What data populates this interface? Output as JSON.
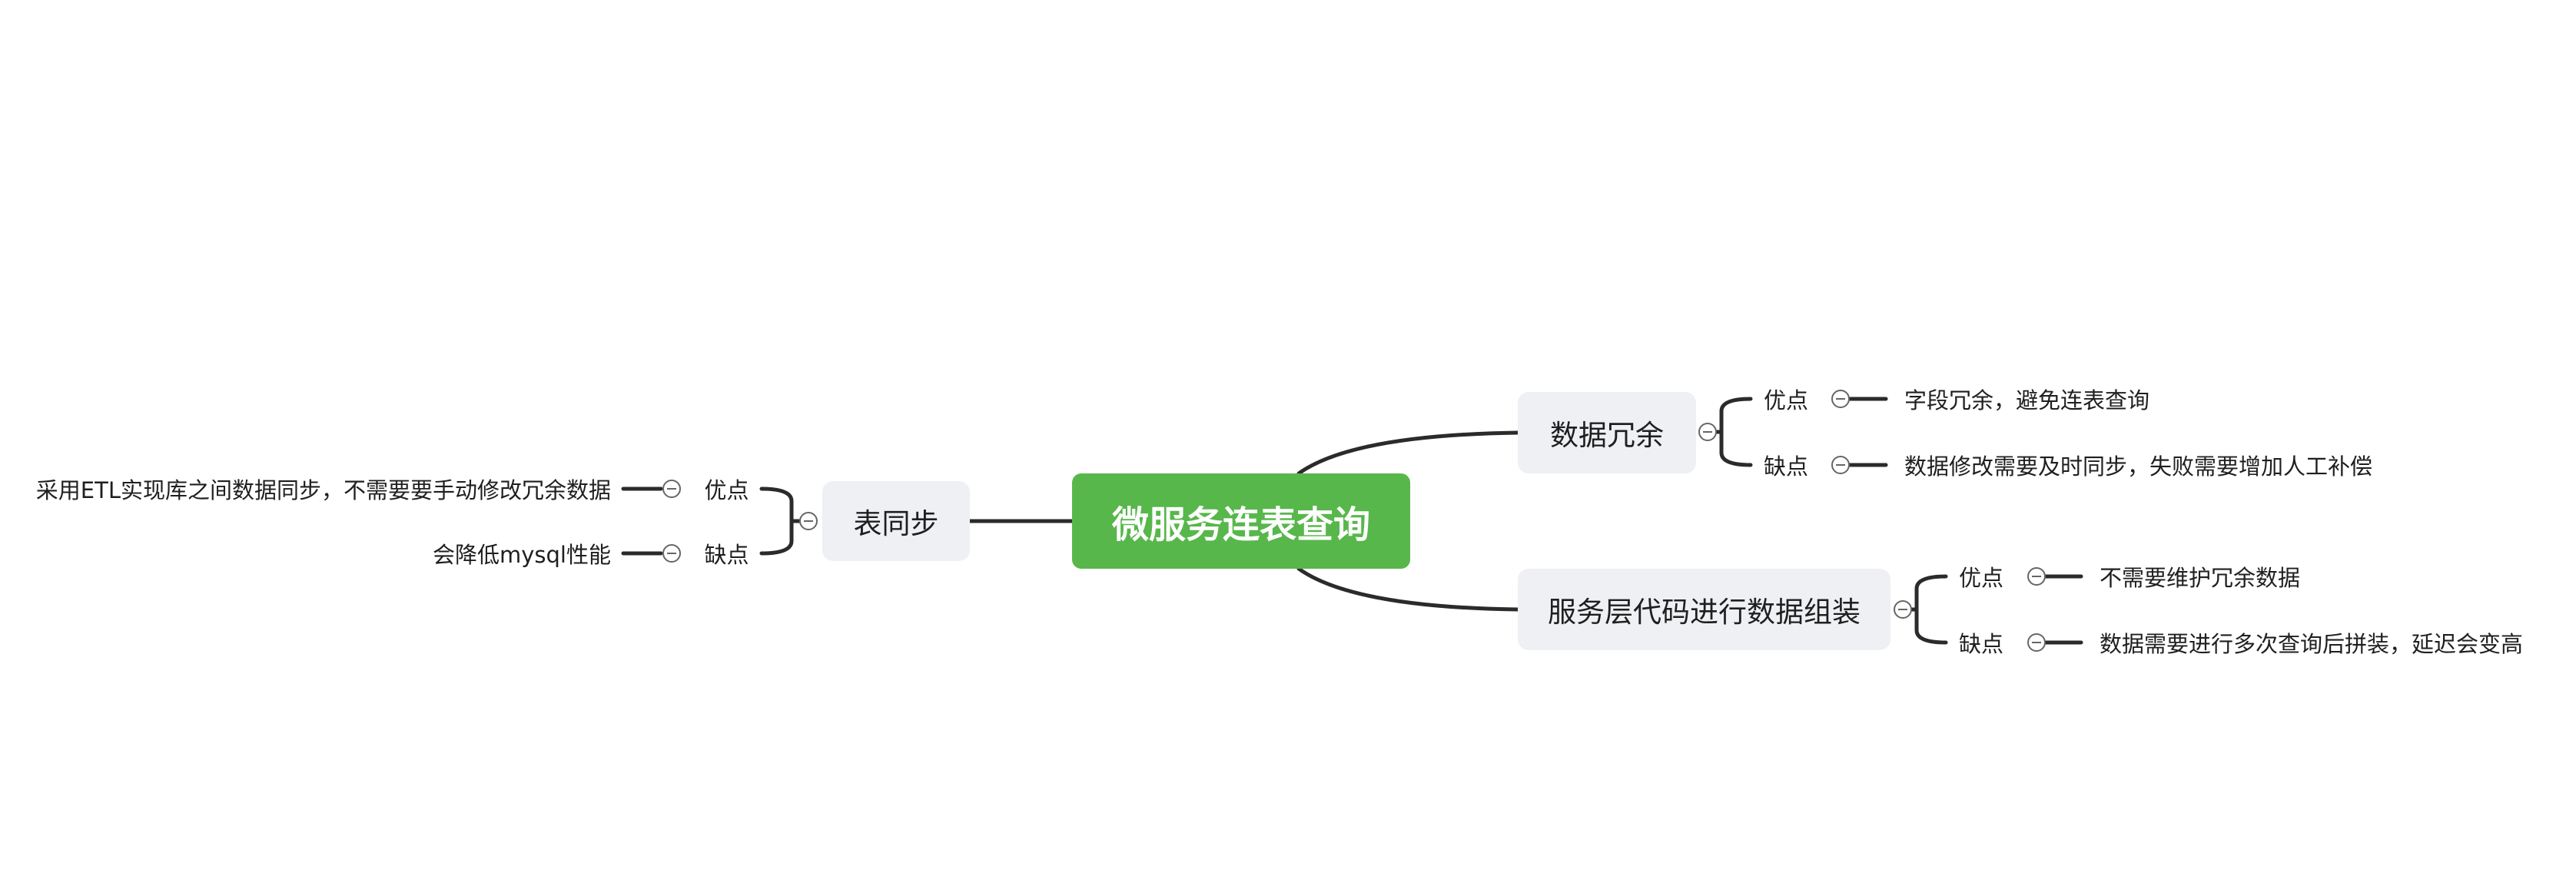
{
  "central": {
    "label": "微服务连表查询"
  },
  "branches": {
    "table_sync": {
      "label": "表同步",
      "pros": {
        "label": "优点",
        "detail": "采用ETL实现库之间数据同步，不需要要手动修改冗余数据"
      },
      "cons": {
        "label": "缺点",
        "detail": "会降低mysql性能"
      }
    },
    "data_redundancy": {
      "label": "数据冗余",
      "pros": {
        "label": "优点",
        "detail": "字段冗余，避免连表查询"
      },
      "cons": {
        "label": "缺点",
        "detail": "数据修改需要及时同步，失败需要增加人工补偿"
      }
    },
    "service_assembly": {
      "label": "服务层代码进行数据组装",
      "pros": {
        "label": "优点",
        "detail": "不需要维护冗余数据"
      },
      "cons": {
        "label": "缺点",
        "detail": "数据需要进行多次查询后拼装，延迟会变高"
      }
    }
  },
  "colors": {
    "central_fill": "#57b74b",
    "topic_fill": "#eef0f4",
    "connector": "#2b2b2b",
    "text": "#1f1f1f",
    "background": "#ffffff"
  },
  "icons": {
    "collapse": "collapse-circle-minus-icon"
  }
}
